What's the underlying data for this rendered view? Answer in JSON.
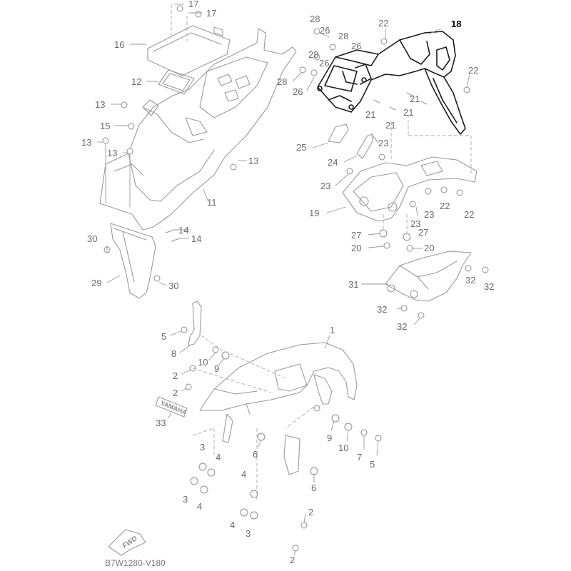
{
  "diagram": {
    "drawing_code": "B7W1280-V180",
    "fwd_label": "FWD",
    "brand_text": "YAMAHA",
    "highlight_color": "#000000",
    "line_color": "#9a9a9a",
    "callouts": [
      {
        "id": "c18",
        "text": "18",
        "highlight": true
      },
      {
        "id": "c17a",
        "text": "17"
      },
      {
        "id": "c17b",
        "text": "17"
      },
      {
        "id": "c16",
        "text": "16"
      },
      {
        "id": "c12",
        "text": "12"
      },
      {
        "id": "c13a",
        "text": "13"
      },
      {
        "id": "c13b",
        "text": "13"
      },
      {
        "id": "c13c",
        "text": "13"
      },
      {
        "id": "c13d",
        "text": "13"
      },
      {
        "id": "c15",
        "text": "15"
      },
      {
        "id": "c11",
        "text": "11"
      },
      {
        "id": "c14a",
        "text": "14"
      },
      {
        "id": "c14b",
        "text": "14"
      },
      {
        "id": "c30a",
        "text": "30"
      },
      {
        "id": "c30b",
        "text": "30"
      },
      {
        "id": "c29",
        "text": "29"
      },
      {
        "id": "c22a",
        "text": "22"
      },
      {
        "id": "c22b",
        "text": "22"
      },
      {
        "id": "c22c",
        "text": "22"
      },
      {
        "id": "c22d",
        "text": "22"
      },
      {
        "id": "c28a",
        "text": "28"
      },
      {
        "id": "c28b",
        "text": "28"
      },
      {
        "id": "c28c",
        "text": "28"
      },
      {
        "id": "c28d",
        "text": "28"
      },
      {
        "id": "c26a",
        "text": "26"
      },
      {
        "id": "c26b",
        "text": "26"
      },
      {
        "id": "c26c",
        "text": "26"
      },
      {
        "id": "c26d",
        "text": "26"
      },
      {
        "id": "c21a",
        "text": "21"
      },
      {
        "id": "c21b",
        "text": "21"
      },
      {
        "id": "c21c",
        "text": "21"
      },
      {
        "id": "c21d",
        "text": "21"
      },
      {
        "id": "c25",
        "text": "25"
      },
      {
        "id": "c24",
        "text": "24"
      },
      {
        "id": "c23a",
        "text": "23"
      },
      {
        "id": "c23b",
        "text": "23"
      },
      {
        "id": "c23c",
        "text": "23"
      },
      {
        "id": "c23d",
        "text": "23"
      },
      {
        "id": "c19",
        "text": "19"
      },
      {
        "id": "c27a",
        "text": "27"
      },
      {
        "id": "c27b",
        "text": "27"
      },
      {
        "id": "c20a",
        "text": "20"
      },
      {
        "id": "c20b",
        "text": "20"
      },
      {
        "id": "c31",
        "text": "31"
      },
      {
        "id": "c32a",
        "text": "32"
      },
      {
        "id": "c32b",
        "text": "32"
      },
      {
        "id": "c32c",
        "text": "32"
      },
      {
        "id": "c32d",
        "text": "32"
      },
      {
        "id": "c1",
        "text": "1"
      },
      {
        "id": "c5a",
        "text": "5"
      },
      {
        "id": "c5b",
        "text": "5"
      },
      {
        "id": "c8",
        "text": "8"
      },
      {
        "id": "c10a",
        "text": "10"
      },
      {
        "id": "c10b",
        "text": "10"
      },
      {
        "id": "c9a",
        "text": "9"
      },
      {
        "id": "c9b",
        "text": "9"
      },
      {
        "id": "c2a",
        "text": "2"
      },
      {
        "id": "c2b",
        "text": "2"
      },
      {
        "id": "c2c",
        "text": "2"
      },
      {
        "id": "c2d",
        "text": "2"
      },
      {
        "id": "c33",
        "text": "33"
      },
      {
        "id": "c7",
        "text": "7"
      },
      {
        "id": "c3a",
        "text": "3"
      },
      {
        "id": "c3b",
        "text": "3"
      },
      {
        "id": "c3c",
        "text": "3"
      },
      {
        "id": "c4a",
        "text": "4"
      },
      {
        "id": "c4b",
        "text": "4"
      },
      {
        "id": "c4c",
        "text": "4"
      },
      {
        "id": "c4d",
        "text": "4"
      },
      {
        "id": "c6a",
        "text": "6"
      },
      {
        "id": "c6b",
        "text": "6"
      }
    ]
  }
}
